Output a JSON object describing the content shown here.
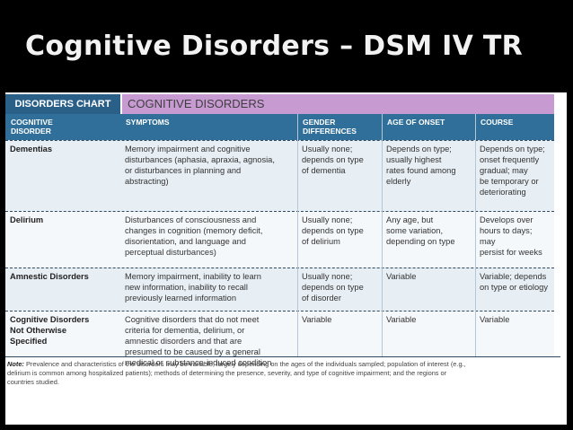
{
  "slide": {
    "title": "Cognitive Disorders – DSM IV TR"
  },
  "chart": {
    "tab_label": "DISORDERS CHART",
    "heading": "COGNITIVE DISORDERS",
    "columns": [
      [
        "COGNITIVE",
        "DISORDER"
      ],
      [
        "SYMPTOMS"
      ],
      [
        "GENDER",
        "DIFFERENCES"
      ],
      [
        "AGE OF ONSET"
      ],
      [
        "COURSE"
      ]
    ],
    "rows": [
      [
        [
          "Dementias"
        ],
        [
          "Memory impairment and cognitive",
          "disturbances (aphasia, apraxia, agnosia,",
          "or disturbances in planning and",
          "abstracting)"
        ],
        [
          "Usually none;",
          "depends on type",
          "of dementia"
        ],
        [
          "Depends on type;",
          "usually highest",
          "rates found among",
          "elderly"
        ],
        [
          "Depends on type;",
          "onset frequently",
          "gradual; may",
          "be temporary or",
          "deteriorating"
        ]
      ],
      [
        [
          "Delirium"
        ],
        [
          "Disturbances of consciousness and",
          "changes in cognition (memory deficit,",
          "disorientation, and language and",
          "perceptual disturbances)"
        ],
        [
          "Usually none;",
          "depends on type",
          "of delirium"
        ],
        [
          "Any age, but",
          "some variation,",
          "depending on type"
        ],
        [
          "Develops over",
          "hours to days; may",
          "persist for weeks"
        ]
      ],
      [
        [
          "Amnestic Disorders"
        ],
        [
          "Memory impairment, inability to learn",
          "new information, inability to recall",
          "previously learned information"
        ],
        [
          "Usually none;",
          "depends on type",
          "of disorder"
        ],
        [
          "Variable"
        ],
        [
          "Variable; depends",
          "on type or etiology"
        ]
      ],
      [
        [
          "Cognitive Disorders",
          "Not Otherwise",
          "Specified"
        ],
        [
          "Cognitive disorders that do not meet",
          "criteria for dementia, delirium, or",
          "amnestic disorders and that are",
          "presumed to be caused by a general",
          "medical or substance-induced condition"
        ],
        [
          "Variable"
        ],
        [
          "Variable"
        ],
        [
          "Variable"
        ]
      ]
    ],
    "note_label": "Note:",
    "note_lines": [
      "Prevalence and characteristics of the disorders may be variable, largely depending on the ages of the individuals sampled; population of interest (e.g.,",
      "delirium is common among hospitalized patients); methods of determining the presence, severity, and type of cognitive impairment; and the regions or",
      "countries studied."
    ]
  }
}
